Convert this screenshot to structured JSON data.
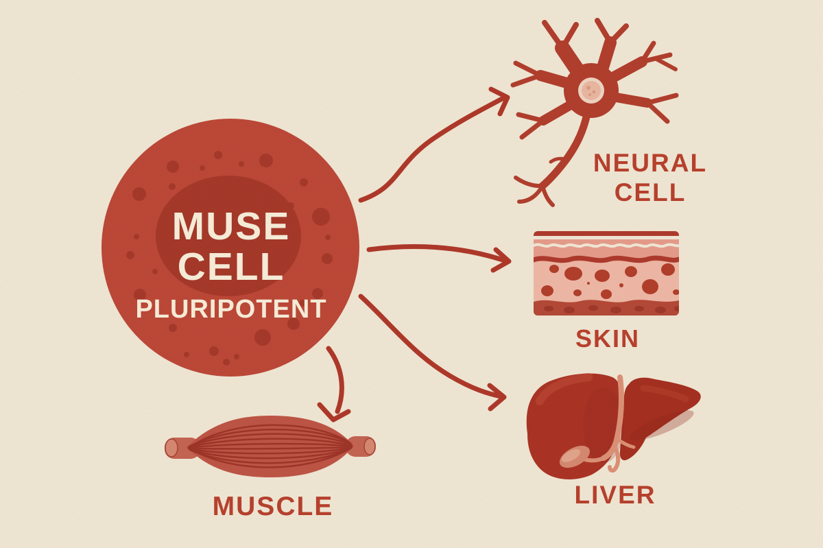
{
  "canvas": {
    "background_color": "#f5ebd8",
    "accent_color": "#b5402c"
  },
  "muse_cell": {
    "title_line1": "MUSE",
    "title_line2": "CELL",
    "subtitle": "PLURIPOTENT",
    "body_color": "#c04a39",
    "nucleus_color": "#a93a2b",
    "text_color": "#f4ead6"
  },
  "targets": [
    {
      "id": "neural-cell",
      "label": "NEURAL CELL",
      "icon": "neuron-icon"
    },
    {
      "id": "skin",
      "label": "SKIN",
      "icon": "skin-layers-icon"
    },
    {
      "id": "muscle",
      "label": "MUSCLE",
      "icon": "muscle-icon"
    },
    {
      "id": "liver",
      "label": "LIVER",
      "icon": "liver-icon"
    }
  ],
  "connections": [
    {
      "from": "MUSE CELL",
      "to": "NEURAL CELL"
    },
    {
      "from": "MUSE CELL",
      "to": "SKIN"
    },
    {
      "from": "MUSE CELL",
      "to": "MUSCLE"
    },
    {
      "from": "MUSE CELL",
      "to": "LIVER"
    }
  ]
}
